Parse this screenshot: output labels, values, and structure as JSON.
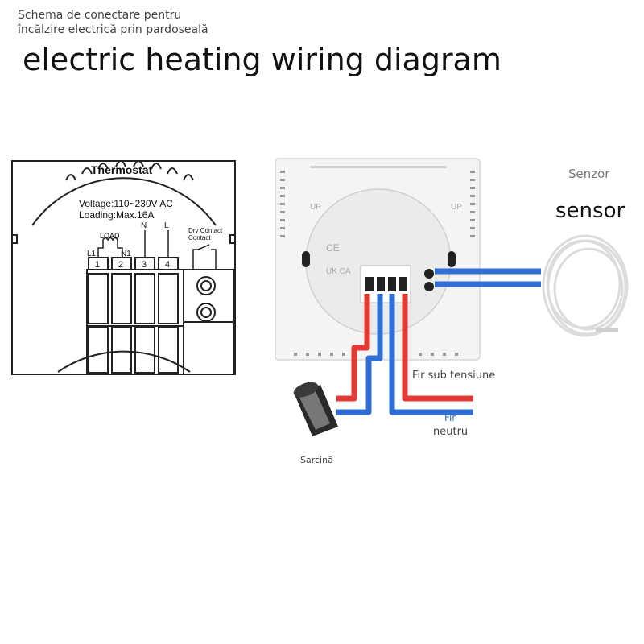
{
  "caption": {
    "line1": "Schema de conectare pentru",
    "line2": "încălzire electrică prin pardoseală"
  },
  "title": "electric heating wiring diagram",
  "schematic": {
    "device_name": "Thermostat",
    "voltage": "Voltage:110~230V AC",
    "loading": "Loading:Max.16A",
    "load_label": "LOAD",
    "terminal_l1": "L1",
    "terminal_n1": "N1",
    "terminal_n": "N",
    "terminal_l": "L",
    "terminals": [
      "1",
      "2",
      "3",
      "4"
    ],
    "dry_contact": "Dry Contact",
    "contact": "Contact"
  },
  "device": {
    "up_label": "UP",
    "marks": [
      "CE",
      "UK CA"
    ]
  },
  "labels": {
    "senzor": "Senzor",
    "sensor": "sensor",
    "live_wire": "Fir sub tensiune",
    "neutral_wire_1": "Fir",
    "neutral_wire_2": "neutru",
    "load": "Sarcină"
  },
  "colors": {
    "live": "#e53935",
    "neutral": "#2f6fd6",
    "outline": "#222222",
    "panel": "#f2f2f2"
  }
}
